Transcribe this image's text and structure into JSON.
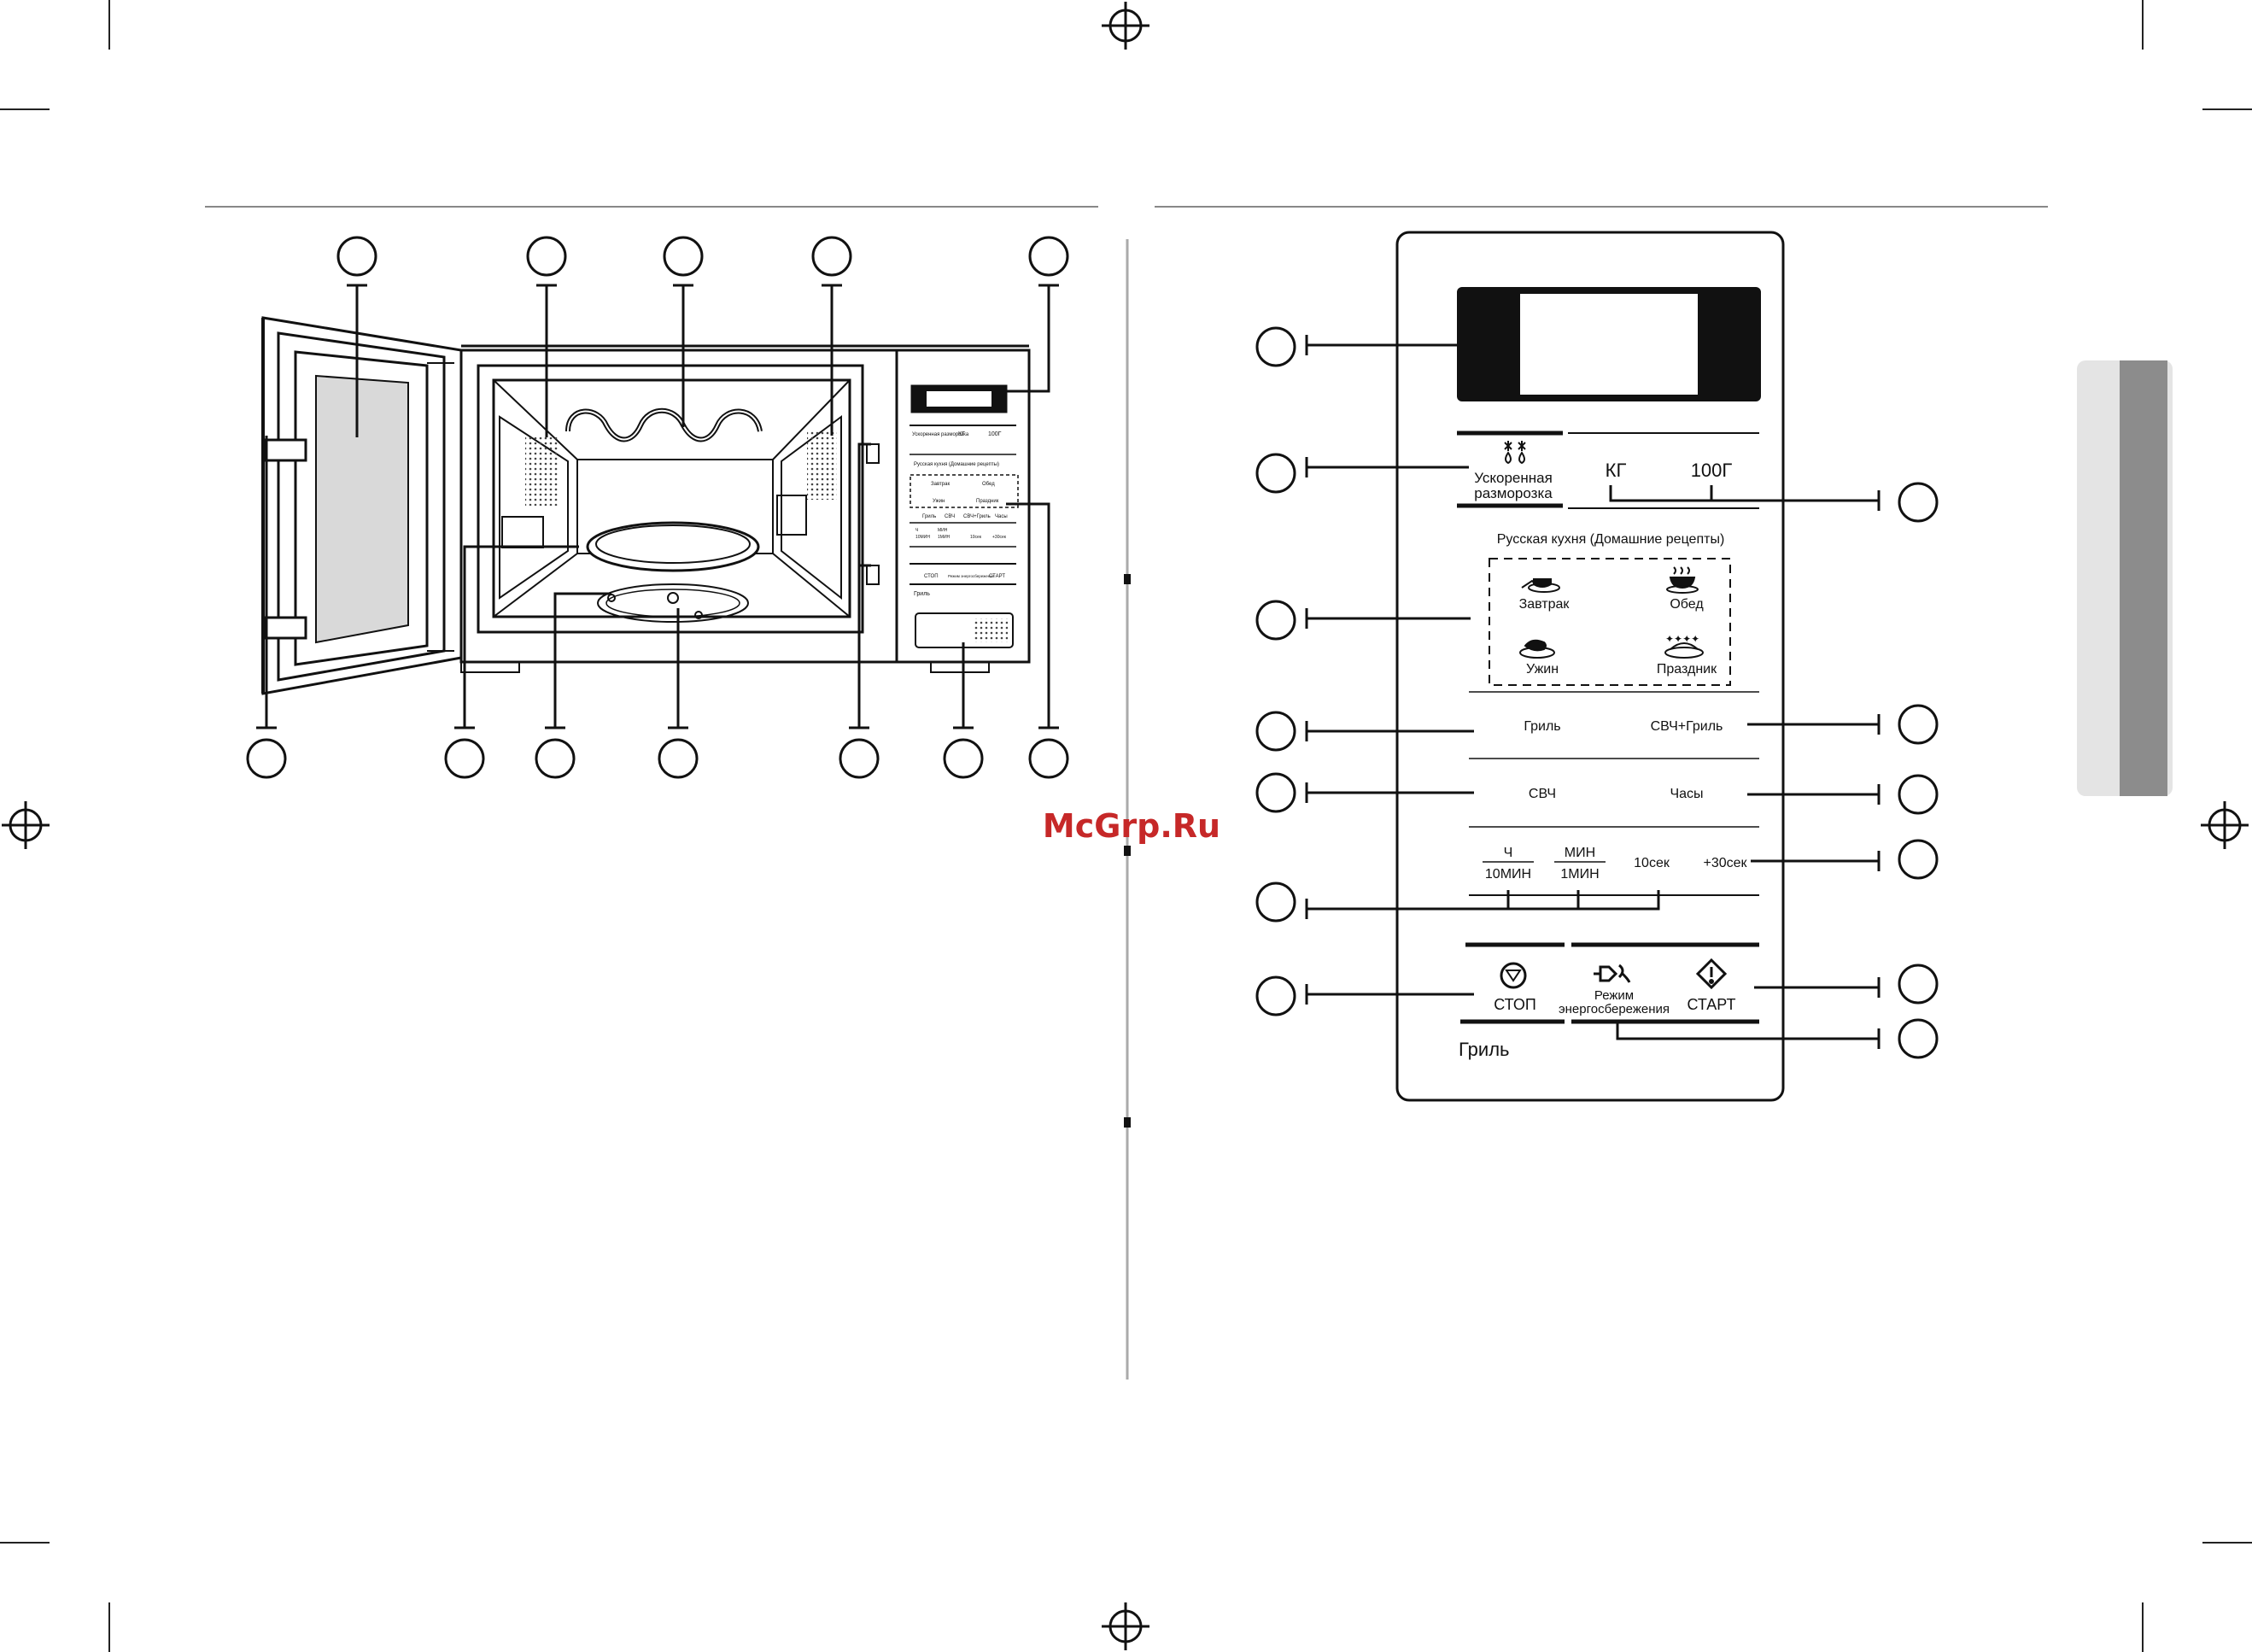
{
  "watermark": "McGrp.Ru",
  "mini_panel": {
    "kg": "КГ",
    "g100": "100Г",
    "defrost": "Ускоренная разморозка",
    "recipes": "Русская кухня (Домашние рецепты)",
    "breakfast": "Завтрак",
    "lunch": "Обед",
    "dinner": "Ужин",
    "holiday": "Праздник",
    "grill": "Гриль",
    "mw_grill": "СВЧ+Гриль",
    "mw": "СВЧ",
    "clock": "Часы",
    "h_label": "Ч",
    "min10": "10МИН",
    "min_label": "МИН",
    "min1": "1МИН",
    "sec10": "10сек",
    "sec30": "+30сек",
    "stop": "СТОП",
    "eco": "Режим энергосбережения",
    "start": "СТАРТ",
    "model": "Гриль"
  },
  "panel": {
    "defrost_line1": "Ускоренная",
    "defrost_line2": "разморозка",
    "kg": "КГ",
    "g100": "100Г",
    "recipes_title": "Русская кухня (Домашние рецепты)",
    "breakfast": "Завтрак",
    "lunch": "Обед",
    "dinner": "Ужин",
    "holiday": "Праздник",
    "grill": "Гриль",
    "mw_grill": "СВЧ+Гриль",
    "mw": "СВЧ",
    "clock": "Часы",
    "hour_top": "Ч",
    "hour_bottom": "10МИН",
    "min_top": "МИН",
    "min_bottom": "1МИН",
    "sec10": "10сек",
    "sec30": "+30сек",
    "stop": "СТОП",
    "eco_line1": "Режим",
    "eco_line2": "энергосбережения",
    "start": "СТАРТ",
    "model_label": "Гриль"
  }
}
